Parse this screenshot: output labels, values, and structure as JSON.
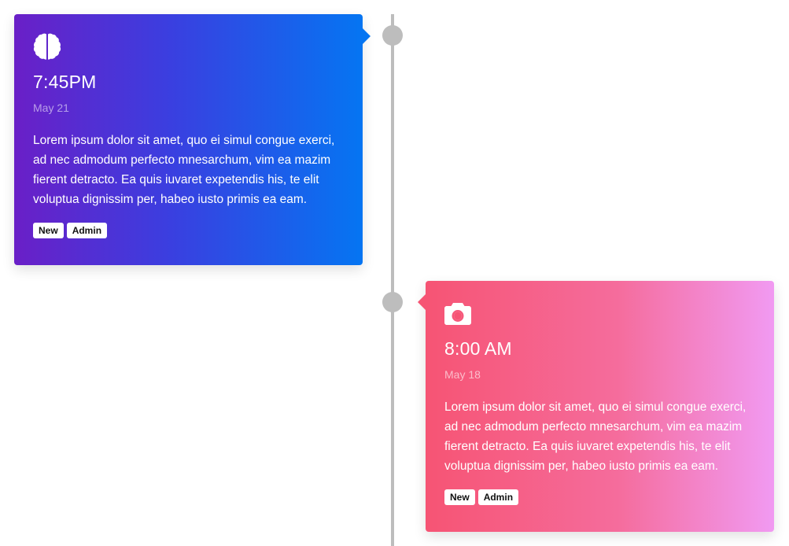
{
  "timeline": {
    "events": [
      {
        "icon": "brain-icon",
        "time": "7:45PM",
        "date": "May 21",
        "body": "Lorem ipsum dolor sit amet, quo ei simul congue exerci, ad nec admodum perfecto mnesarchum, vim ea mazim fierent detracto. Ea quis iuvaret expetendis his, te elit voluptua dignissim per, habeo iusto primis ea eam.",
        "tags": [
          "New",
          "Admin"
        ],
        "colors": {
          "from": "#6a1fc7",
          "to": "#0575f2"
        }
      },
      {
        "icon": "camera-icon",
        "time": "8:00 AM",
        "date": "May 18",
        "body": "Lorem ipsum dolor sit amet, quo ei simul congue exerci, ad nec admodum perfecto mnesarchum, vim ea mazim fierent detracto. Ea quis iuvaret expetendis his, te elit voluptua dignissim per, habeo iusto primis ea eam.",
        "tags": [
          "New",
          "Admin"
        ],
        "colors": {
          "from": "#f65474",
          "to": "#f19af2"
        }
      }
    ],
    "line_color": "#bdbdbd"
  }
}
